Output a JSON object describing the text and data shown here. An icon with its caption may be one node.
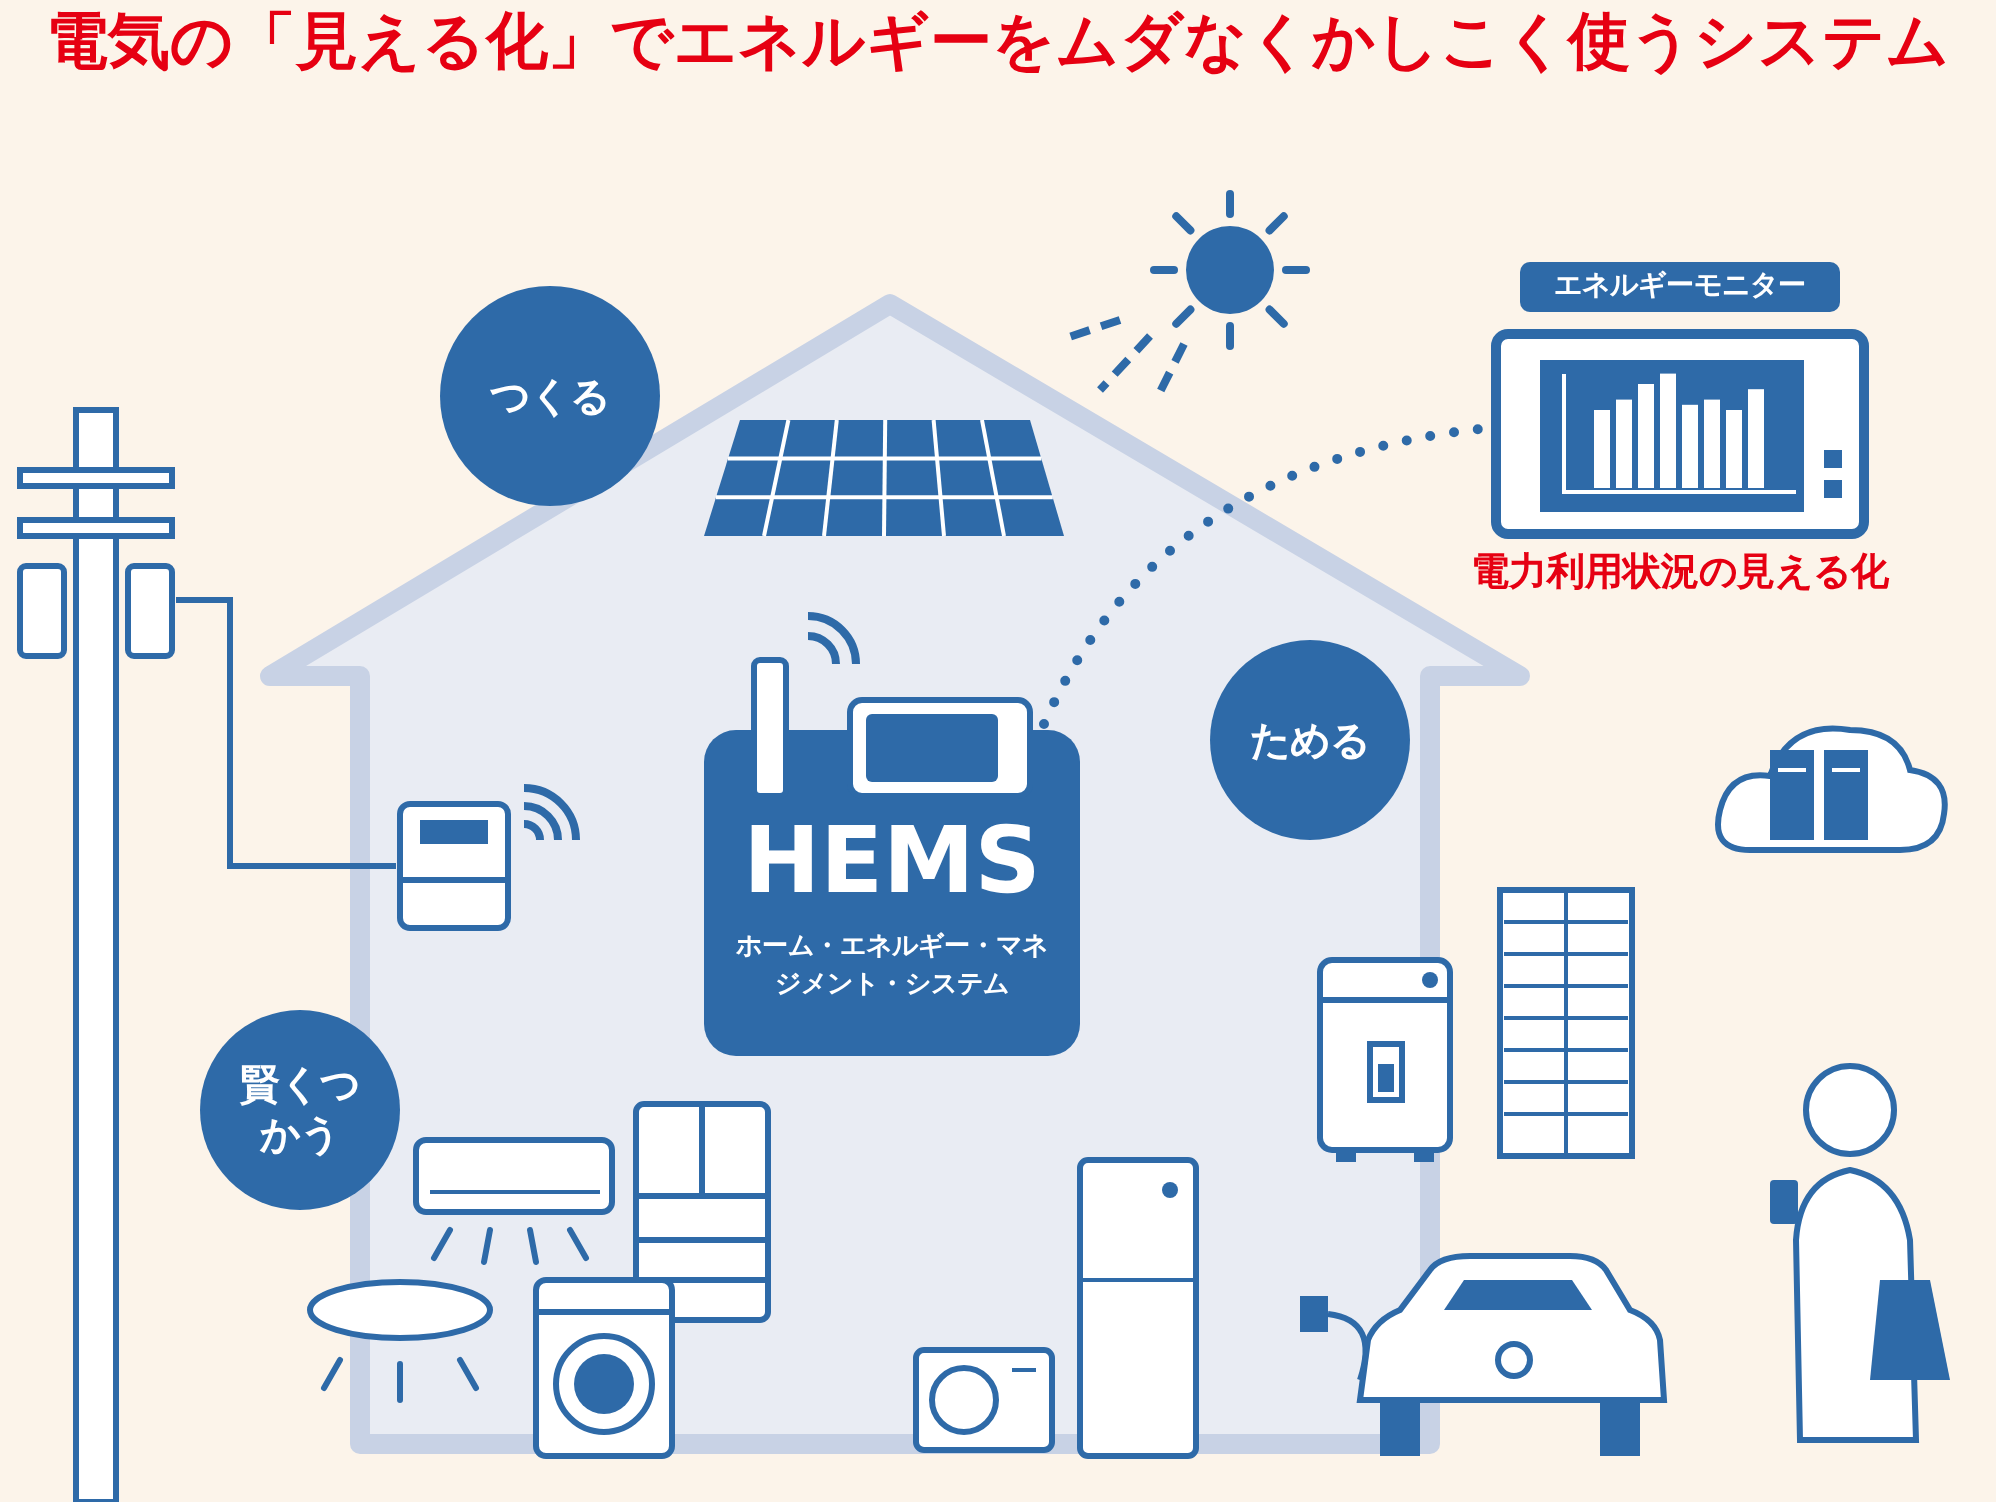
{
  "diagram": {
    "title": "電気の「見える化」でエネルギーをムダなくかしこく使うシステム",
    "nodes": [
      {
        "text": [
          "つくる"
        ]
      },
      {
        "text": [
          "ためる"
        ]
      },
      {
        "text": [
          "賢くつかう"
        ]
      },
      {
        "text": [
          "HEMS",
          "ホーム・エネルギー・マネジメント・システム"
        ]
      },
      {
        "text": [
          "エネルギーモニター"
        ]
      },
      {
        "text": [],
        "shape": "picture"
      },
      {
        "text": [],
        "shape": "picture"
      }
    ],
    "edges": [
      {
        "from": 3,
        "to": 4,
        "arrow": "none",
        "style": "dashed"
      },
      {
        "from": 5,
        "to": 6,
        "arrow": "none"
      }
    ],
    "labels": [
      "電力利用状況の見える化"
    ]
  }
}
